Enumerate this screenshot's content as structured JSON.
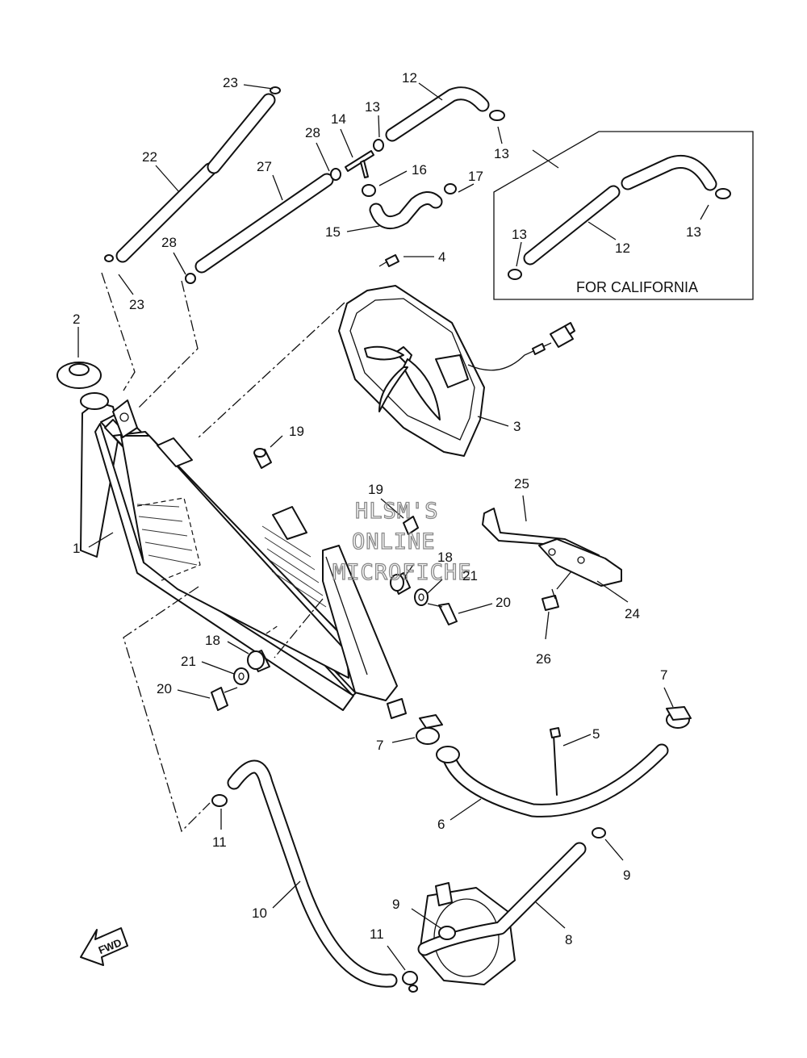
{
  "diagram": {
    "inset_label": "FOR CALIFORNIA",
    "direction_label": "FWD",
    "watermark": [
      "HLSM'S",
      "ONLINE",
      "MICROFICHE"
    ],
    "callouts": {
      "c1": "1",
      "c2": "2",
      "c3": "3",
      "c4": "4",
      "c5": "5",
      "c6": "6",
      "c7a": "7",
      "c7b": "7",
      "c8": "8",
      "c9a": "9",
      "c9b": "9",
      "c10": "10",
      "c11a": "11",
      "c11b": "11",
      "c12a": "12",
      "c12b": "12",
      "c13a": "13",
      "c13b": "13",
      "c13c": "13",
      "c13d": "13",
      "c14": "14",
      "c15": "15",
      "c16": "16",
      "c17": "17",
      "c18a": "18",
      "c18b": "18",
      "c19a": "19",
      "c19b": "19",
      "c20a": "20",
      "c20b": "20",
      "c21a": "21",
      "c21b": "21",
      "c22": "22",
      "c23a": "23",
      "c23b": "23",
      "c24": "24",
      "c25": "25",
      "c26": "26",
      "c27": "27",
      "c28a": "28",
      "c28b": "28"
    }
  }
}
